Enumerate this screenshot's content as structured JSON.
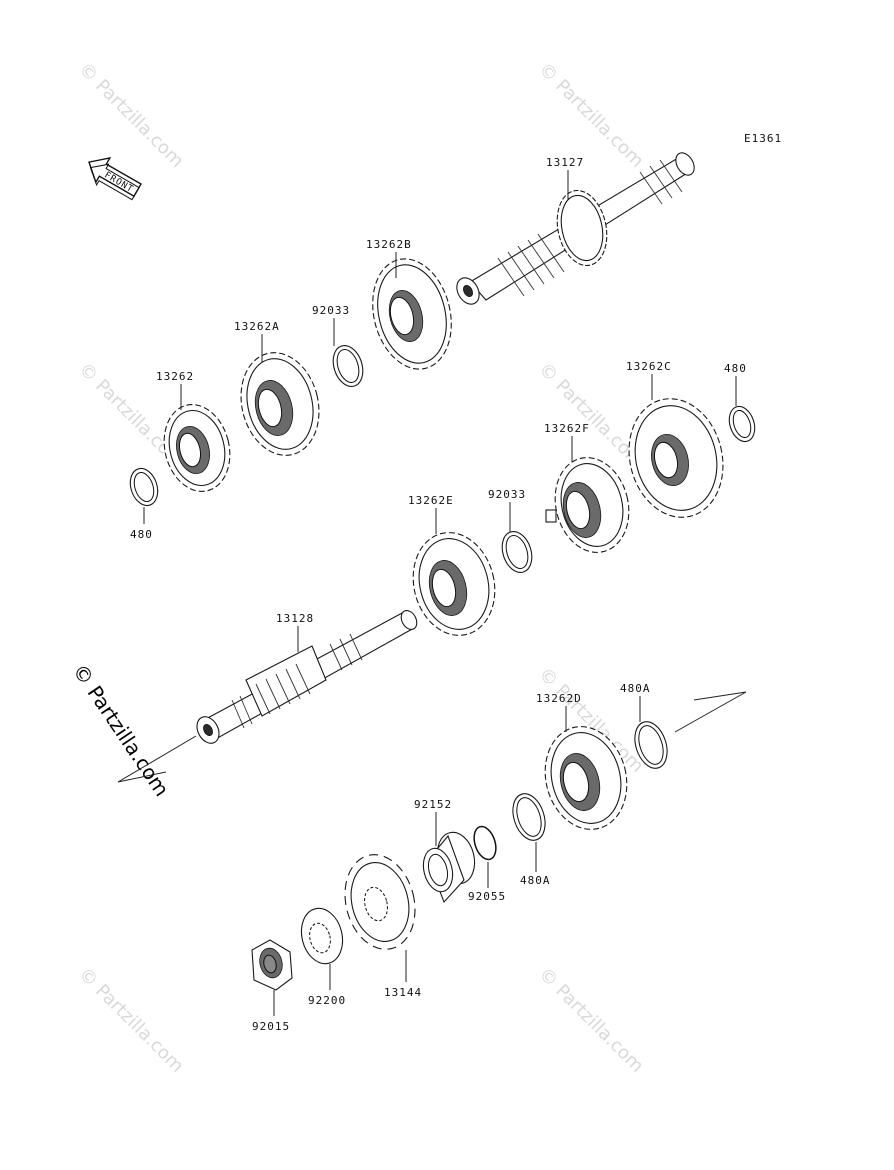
{
  "diagram": {
    "code": "E1361",
    "front_label": "FRONT",
    "watermark": "© Partzilla.com",
    "labels": {
      "p13127": "13127",
      "p13262B": "13262B",
      "p92033_top": "92033",
      "p13262A": "13262A",
      "p13262": "13262",
      "p480_left": "480",
      "p13262C": "13262C",
      "p480_right": "480",
      "p13262F": "13262F",
      "p92033_mid": "92033",
      "p13262E": "13262E",
      "p13128": "13128",
      "p13262D": "13262D",
      "p480A_top": "480A",
      "p92152": "92152",
      "p92055": "92055",
      "p480A_bottom": "480A",
      "p13144": "13144",
      "p92200": "92200",
      "p92015": "92015"
    }
  }
}
